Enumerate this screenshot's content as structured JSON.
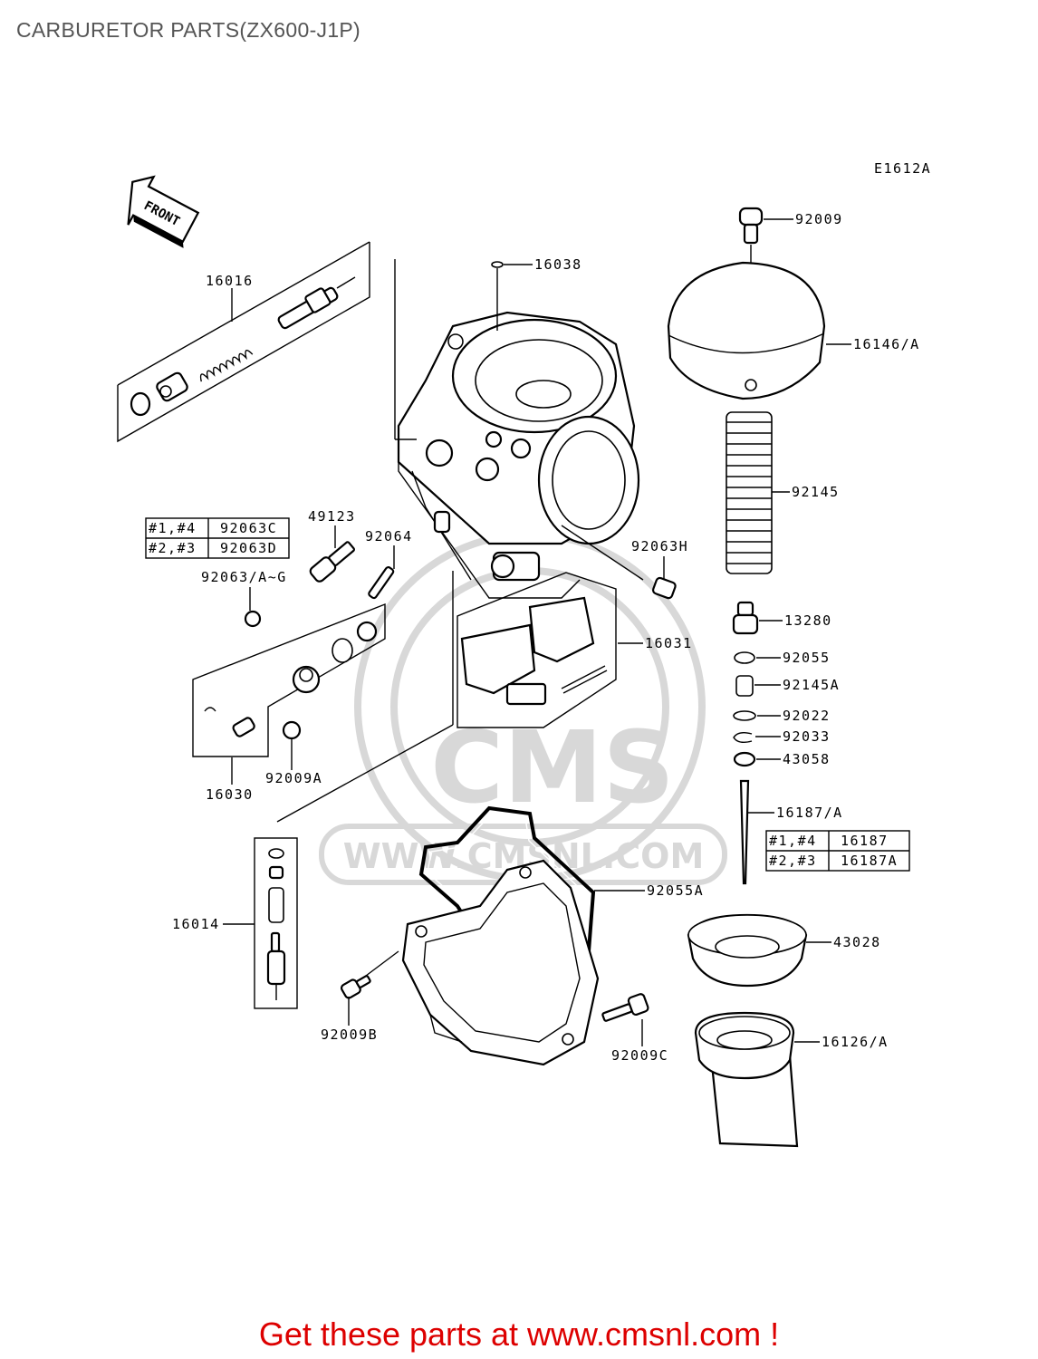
{
  "page": {
    "title": "CARBURETOR PARTS(ZX600-J1P)",
    "figure_code": "E1612A",
    "front_label": "FRONT",
    "footer": "Get these parts at www.cmsnl.com !"
  },
  "watermark": {
    "brand": "CMS",
    "url": "WWW.CMSNL.COM"
  },
  "parts": {
    "p16016": "16016",
    "p16038": "16038",
    "p92009": "92009",
    "p16146": "16146/A",
    "p92145": "92145",
    "p49123": "49123",
    "p92064": "92064",
    "p92063h": "92063H",
    "p92063ag": "92063/A~G",
    "p13280": "13280",
    "p16031": "16031",
    "p92055": "92055",
    "p92145a": "92145A",
    "p92022": "92022",
    "p92033": "92033",
    "p43058": "43058",
    "p16030": "16030",
    "p92009a": "92009A",
    "p16187": "16187/A",
    "p92055a": "92055A",
    "p16014": "16014",
    "p43028": "43028",
    "p92009b": "92009B",
    "p92009c": "92009C",
    "p16126": "16126/A"
  },
  "table_left": {
    "rows": [
      {
        "cyl": "#1,#4",
        "part": "92063C"
      },
      {
        "cyl": "#2,#3",
        "part": "92063D"
      }
    ]
  },
  "table_right": {
    "rows": [
      {
        "cyl": "#1,#4",
        "part": "16187"
      },
      {
        "cyl": "#2,#3",
        "part": "16187A"
      }
    ]
  },
  "colors": {
    "title": "#555555",
    "footer": "#dd0000",
    "watermark": "#d8d8d8"
  }
}
